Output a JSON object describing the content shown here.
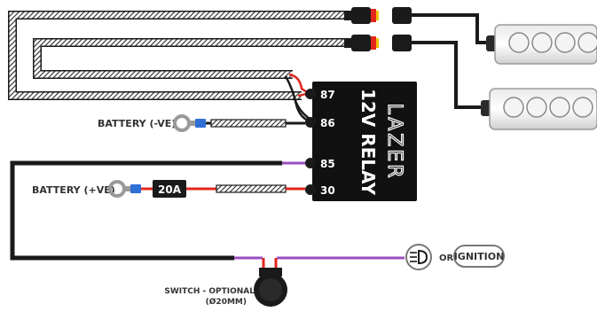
{
  "relay": {
    "brand": "LAZER",
    "title": "12V RELAY",
    "terminals": [
      "87",
      "86",
      "85",
      "30"
    ]
  },
  "labels": {
    "battery_neg": "BATTERY (-VE)",
    "battery_pos": "BATTERY (+VE)",
    "fuse": "20A",
    "switch": "SWITCH - OPTIONAL",
    "switch_size": "(Ø20MM)",
    "or": "OR",
    "ignition": "IGNITION"
  },
  "colors": {
    "wire_black": "#1a1a1a",
    "wire_red": "#e3261c",
    "wire_purple": "#9b4fc0",
    "connector_red": "#e3261c",
    "connector_yellow": "#f2c200",
    "ring_terminal": "#9a9a9a",
    "ring_crimp": "#2f6fd6",
    "relay_body": "#111111"
  },
  "icons": [
    "headlight-icon",
    "switch-icon",
    "lamp-icon",
    "ring-terminal-icon",
    "fuse-icon"
  ]
}
